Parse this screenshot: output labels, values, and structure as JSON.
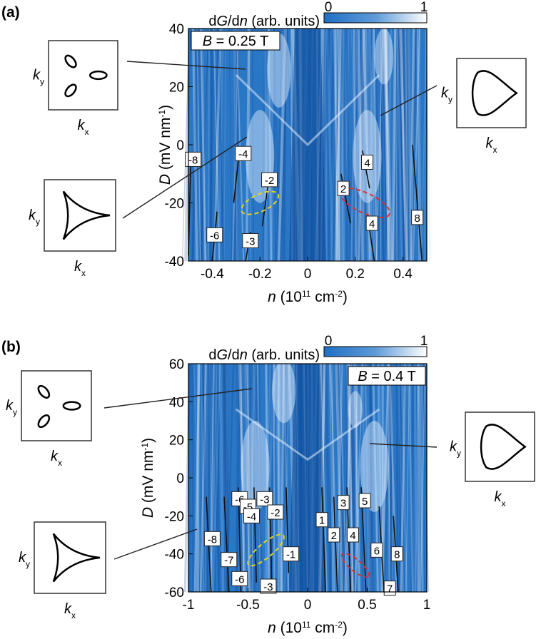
{
  "chart_data": [
    {
      "type": "heatmap",
      "panel_label": "(a)",
      "field_label": "B = 0.25 T",
      "colorbar": {
        "label": "dG/dn (arb. units)",
        "min": "0",
        "max": "1",
        "colors": [
          "#1f6fc4",
          "#ffffff"
        ]
      },
      "xlabel": "n (10^11 cm^-2)",
      "ylabel": "D (mV nm^-1)",
      "xlim": [
        -0.5,
        0.5
      ],
      "ylim": [
        -40,
        40
      ],
      "xticks": [
        "-0.4",
        "-0.2",
        "0",
        "0.2",
        "0.4"
      ],
      "yticks": [
        "40",
        "20",
        "0",
        "-20",
        "-40"
      ],
      "annotations": [
        {
          "text": "-8",
          "x": -0.48,
          "y": -5
        },
        {
          "text": "-4",
          "x": -0.27,
          "y": -3
        },
        {
          "text": "-2",
          "x": -0.16,
          "y": -12
        },
        {
          "text": "-6",
          "x": -0.39,
          "y": -31
        },
        {
          "text": "-3",
          "x": -0.24,
          "y": -33
        },
        {
          "text": "2",
          "x": 0.15,
          "y": -15
        },
        {
          "text": "4",
          "x": 0.25,
          "y": -6
        },
        {
          "text": "4",
          "x": 0.27,
          "y": -27
        },
        {
          "text": "8",
          "x": 0.46,
          "y": -25
        }
      ],
      "insets": [
        {
          "kx": "x",
          "ky": "y",
          "shape": "three-pockets"
        },
        {
          "kx": "x",
          "ky": "y",
          "shape": "trigonal-star"
        },
        {
          "kx": "x",
          "ky": "y",
          "shape": "rounded-triangle"
        }
      ]
    },
    {
      "type": "heatmap",
      "panel_label": "(b)",
      "field_label": "B = 0.4 T",
      "colorbar": {
        "label": "dG/dn (arb. units)",
        "min": "0",
        "max": "1",
        "colors": [
          "#1f6fc4",
          "#ffffff"
        ]
      },
      "xlabel": "n (10^11 cm^-2)",
      "ylabel": "D (mV nm^-1)",
      "xlim": [
        -1,
        1
      ],
      "ylim": [
        -60,
        60
      ],
      "xticks": [
        "-1",
        "-0.5",
        "0",
        "0.5",
        "1"
      ],
      "yticks": [
        "60",
        "40",
        "20",
        "0",
        "-20",
        "-40",
        "-60"
      ],
      "annotations": [
        {
          "text": "-6",
          "x": -0.57,
          "y": -11
        },
        {
          "text": "-5",
          "x": -0.5,
          "y": -15
        },
        {
          "text": "-3",
          "x": -0.36,
          "y": -11
        },
        {
          "text": "-4",
          "x": -0.47,
          "y": -20
        },
        {
          "text": "-2",
          "x": -0.27,
          "y": -18
        },
        {
          "text": "-8",
          "x": -0.8,
          "y": -32
        },
        {
          "text": "-7",
          "x": -0.66,
          "y": -43
        },
        {
          "text": "-1",
          "x": -0.14,
          "y": -40
        },
        {
          "text": "-6",
          "x": -0.57,
          "y": -53
        },
        {
          "text": "-3",
          "x": -0.33,
          "y": -57
        },
        {
          "text": "1",
          "x": 0.12,
          "y": -22
        },
        {
          "text": "3",
          "x": 0.3,
          "y": -13
        },
        {
          "text": "5",
          "x": 0.48,
          "y": -12
        },
        {
          "text": "2",
          "x": 0.22,
          "y": -30
        },
        {
          "text": "4",
          "x": 0.38,
          "y": -30
        },
        {
          "text": "6",
          "x": 0.58,
          "y": -38
        },
        {
          "text": "8",
          "x": 0.75,
          "y": -40
        },
        {
          "text": "7",
          "x": 0.69,
          "y": -58
        }
      ],
      "insets": [
        {
          "kx": "x",
          "ky": "y",
          "shape": "three-pockets"
        },
        {
          "kx": "x",
          "ky": "y",
          "shape": "trigonal-star"
        },
        {
          "kx": "x",
          "ky": "y",
          "shape": "rounded-triangle"
        }
      ]
    }
  ]
}
